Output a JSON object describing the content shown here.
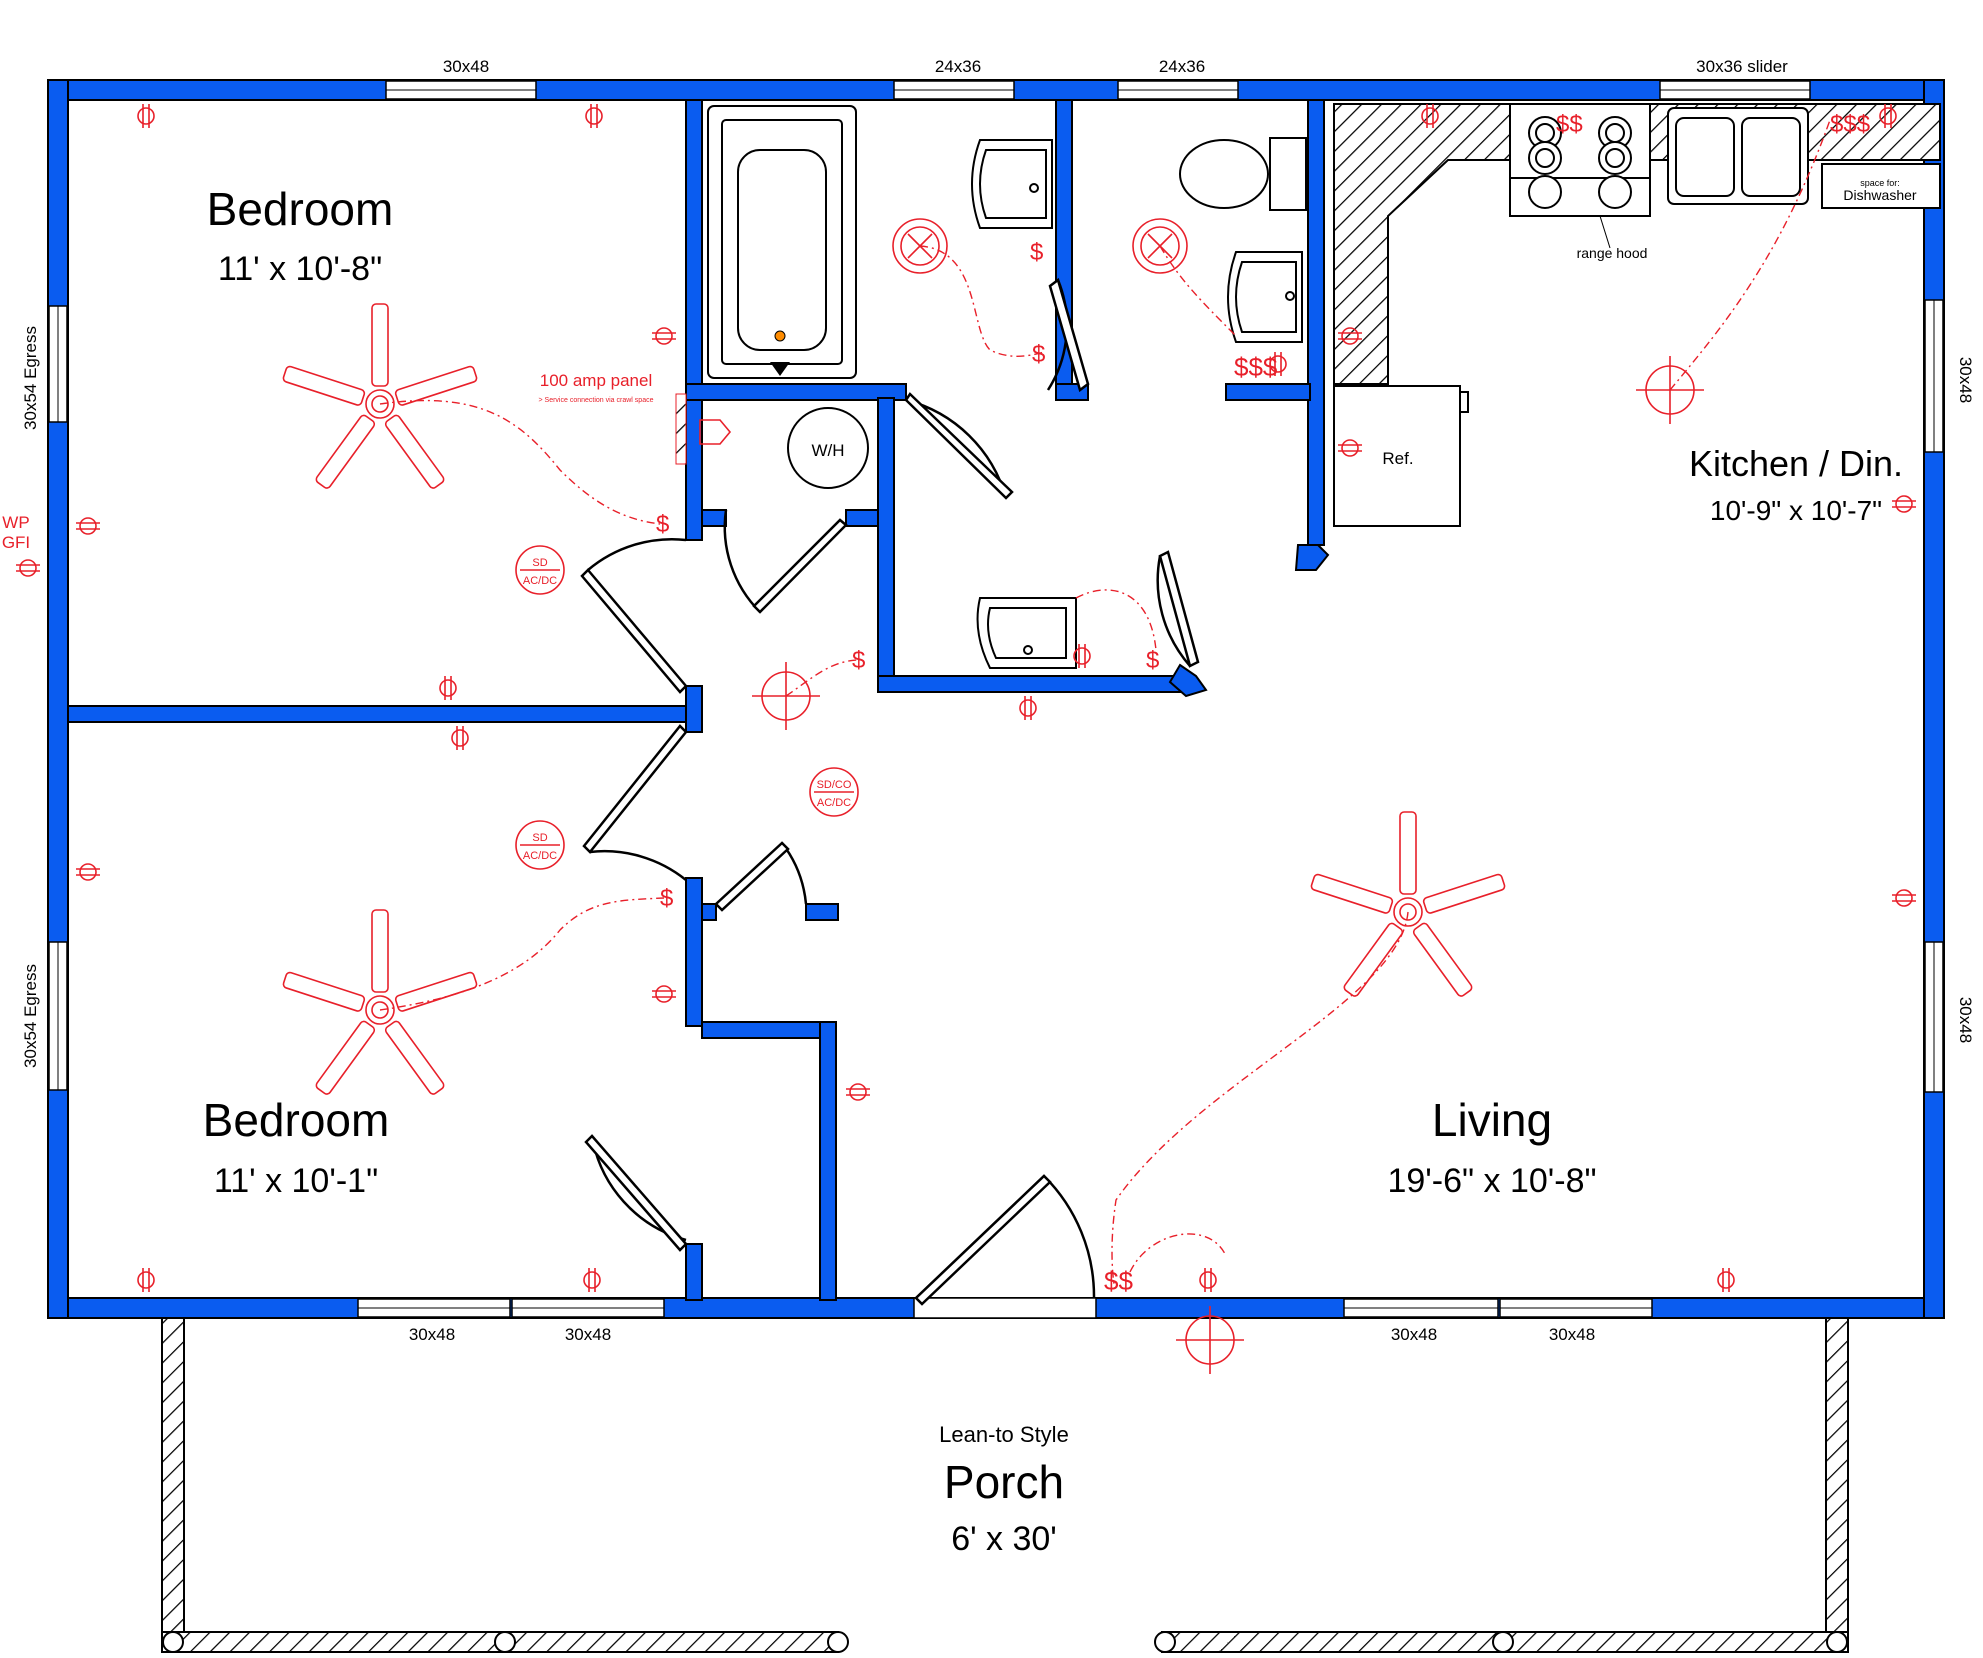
{
  "rooms": {
    "bedroom1": {
      "name": "Bedroom",
      "size": "11' x 10'-8\""
    },
    "bedroom2": {
      "name": "Bedroom",
      "size": "11' x 10'-1\""
    },
    "kitchen": {
      "name": "Kitchen / Din.",
      "size": "10'-9\" x 10'-7\""
    },
    "living": {
      "name": "Living",
      "size": "19'-6\" x 10'-8\""
    },
    "porch": {
      "style": "Lean-to Style",
      "name": "Porch",
      "size": "6' x 30'"
    }
  },
  "windows": {
    "top1": "30x48",
    "top2": "24x36",
    "top3": "24x36",
    "top4": "30x36 slider",
    "left1": "30x54 Egress",
    "left2": "30x54 Egress",
    "right1": "30x48",
    "right2": "30x48",
    "bottom1": "30x48",
    "bottom2": "30x48",
    "bottom3": "30x48",
    "bottom4": "30x48"
  },
  "labels": {
    "panel": "100 amp panel",
    "panel_note": "> Service connection via crawl space",
    "wp": "WP",
    "gfi": "GFI",
    "sd": "SD",
    "acdc": "AC/DC",
    "sdco": "SD/CO",
    "water_heater": "W/H",
    "ref": "Ref.",
    "range_hood": "range hood",
    "space_for": "space for:",
    "dishwasher": "Dishwasher"
  },
  "colors": {
    "wall": "#0a5cf0",
    "electrical": "#e8202a"
  }
}
